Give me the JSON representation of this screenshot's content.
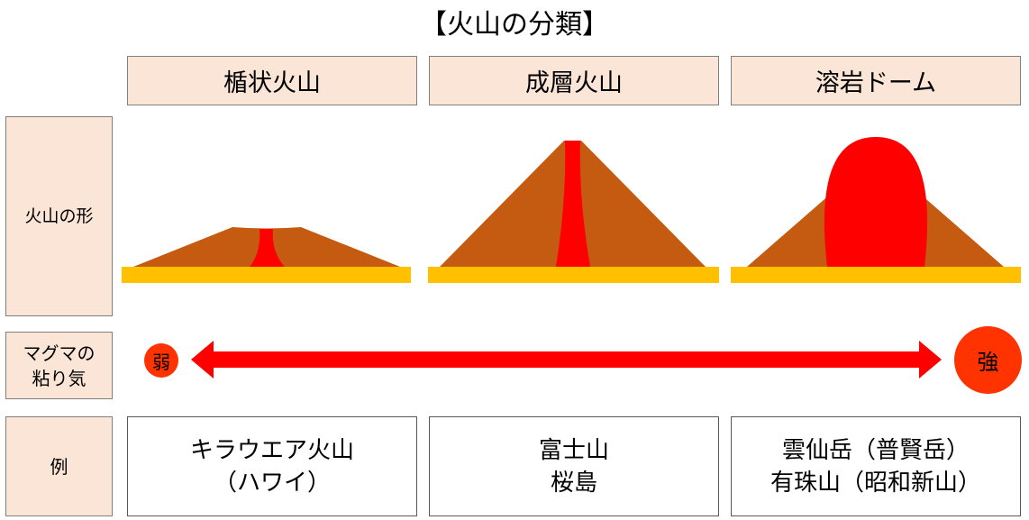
{
  "title": "【火山の分類】",
  "columns": [
    {
      "name": "楯状火山",
      "example": "キラウエア火山\n（ハワイ）"
    },
    {
      "name": "成層火山",
      "example": "富士山\n桜島"
    },
    {
      "name": "溶岩ドーム",
      "example": "雲仙岳（普賢岳）\n有珠山（昭和新山）"
    }
  ],
  "rows": {
    "shape": "火山の形",
    "viscosity": "マグマの\n粘り気",
    "example": "例"
  },
  "viscosity_scale": {
    "weak": "弱",
    "strong": "強"
  },
  "colors": {
    "header_fill": "#fbe5d6",
    "mountain": "#c55a11",
    "magma": "#ff0000",
    "ground": "#ffc000",
    "circle": "#ff3300"
  }
}
